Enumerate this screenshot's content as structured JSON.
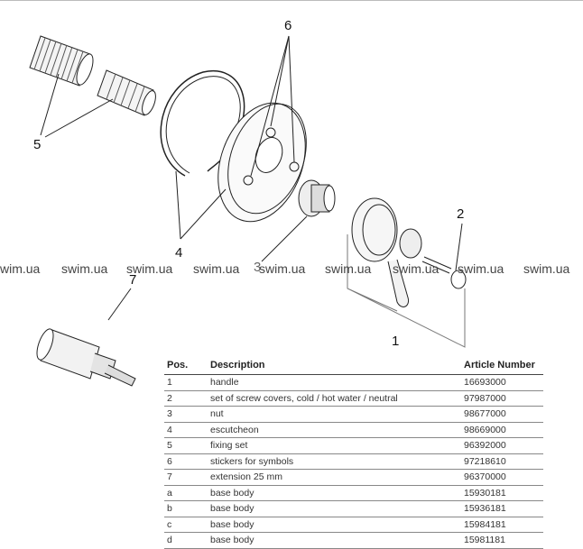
{
  "callouts": {
    "c1": "1",
    "c2": "2",
    "c3": "3",
    "c4": "4",
    "c5": "5",
    "c6": "6",
    "c7": "7"
  },
  "watermarks": [
    "wim.ua",
    "swim.ua",
    "swim.ua",
    "swim.ua",
    "swim.ua",
    "swim.ua",
    "swim.ua",
    "swim.ua",
    "swim.ua"
  ],
  "table": {
    "headers": {
      "pos": "Pos.",
      "description": "Description",
      "article": "Article Number"
    },
    "rows": [
      {
        "pos": "1",
        "description": "handle",
        "article": "16693000"
      },
      {
        "pos": "2",
        "description": "set of screw covers, cold / hot water / neutral",
        "article": "97987000"
      },
      {
        "pos": "3",
        "description": "nut",
        "article": "98677000"
      },
      {
        "pos": "4",
        "description": "escutcheon",
        "article": "98669000"
      },
      {
        "pos": "5",
        "description": "fixing set",
        "article": "96392000"
      },
      {
        "pos": "6",
        "description": "stickers for symbols",
        "article": "97218610"
      },
      {
        "pos": "7",
        "description": "extension 25 mm",
        "article": "96370000"
      },
      {
        "pos": "a",
        "description": "base body",
        "article": "15930181"
      },
      {
        "pos": "b",
        "description": "base body",
        "article": "15936181"
      },
      {
        "pos": "c",
        "description": "base body",
        "article": "15984181"
      },
      {
        "pos": "d",
        "description": "base body",
        "article": "15981181"
      }
    ]
  }
}
